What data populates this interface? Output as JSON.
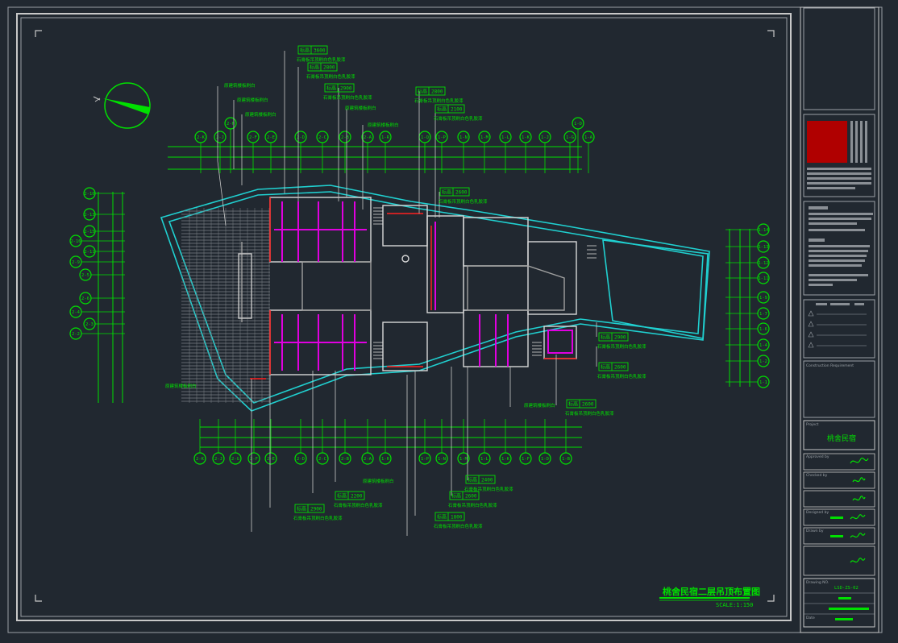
{
  "colors": {
    "background": "#212830",
    "frame": "#c8c8c8",
    "axis": "#00e000",
    "wall": "#d8d8d8",
    "outline": "#20d0d0",
    "partition": "#e000e0",
    "accent": "#ff2020",
    "title_block_logo": "#b00000"
  },
  "drawing": {
    "title": "桃舍民宿二层吊顶布置图",
    "scale": "SCALE:1:150"
  },
  "grid_top": [
    "2-K",
    "2-J",
    "2-H",
    "2-F",
    "2-E",
    "2-D",
    "2-C",
    "2-B",
    "2-A",
    "1-R",
    "1-Q",
    "1-P",
    "1-N",
    "1-M",
    "1-L",
    "1-K",
    "1-J",
    "1-G",
    "1-D",
    "1-A"
  ],
  "grid_bottom": [
    "2-K",
    "2-J",
    "2-G",
    "2-F",
    "2-E",
    "2-D",
    "2-C",
    "2-B",
    "2-A",
    "1-R",
    "1-P",
    "1-N",
    "1-M",
    "1-L",
    "1-K",
    "1-F",
    "1-D",
    "1-B"
  ],
  "grid_left": [
    "2-10",
    "2-13",
    "2-15",
    "2-16",
    "2-11",
    "2-9",
    "2-5",
    "2-6",
    "2-4",
    "2-3",
    "2-2"
  ],
  "grid_right": [
    "1-14",
    "1-13",
    "1-12",
    "1-11",
    "1-9",
    "1-7",
    "1-6",
    "1-4",
    "1-2",
    "1-1"
  ],
  "annotations_top": [
    {
      "tag": "标高",
      "value": "3600",
      "note": "石膏板吊顶刷白色乳胶漆"
    },
    {
      "tag": "标高",
      "value": "2800",
      "note": "石膏板吊顶刷白色乳胶漆"
    },
    {
      "tag": "标高",
      "value": "2900",
      "note": "石膏板吊顶刷白色乳胶漆"
    },
    {
      "tag": "标高",
      "value": "2800",
      "note": "石膏板吊顶刷白色乳胶漆"
    },
    {
      "tag": "标高",
      "value": "2100",
      "note": "石膏板吊顶刷白色乳胶漆"
    },
    {
      "tag": "标高",
      "value": "2600",
      "note": "石膏板吊顶刷白色乳胶漆"
    }
  ],
  "annotations_right": [
    {
      "tag": "标高",
      "value": "2900",
      "note": "石膏板吊顶刷白色乳胶漆"
    },
    {
      "tag": "标高",
      "value": "2600",
      "note": "石膏板吊顶刷白色乳胶漆"
    },
    {
      "tag": "标高",
      "value": "2600",
      "note": "石膏板吊顶刷白色乳胶漆"
    }
  ],
  "annotations_bottom": [
    {
      "tag": "标高",
      "value": "2400",
      "note": "石膏板吊顶刷白色乳胶漆"
    },
    {
      "tag": "标高",
      "value": "2200",
      "note": "石膏板吊顶刷白色乳胶漆"
    },
    {
      "tag": "标高",
      "value": "2600",
      "note": "石膏板吊顶刷白色乳胶漆"
    },
    {
      "tag": "标高",
      "value": "2900",
      "note": "石膏板吊顶刷白色乳胶漆"
    },
    {
      "tag": "标高",
      "value": "1800",
      "note": "石膏板吊顶刷白色乳胶漆"
    }
  ],
  "leader_notes": [
    "原建筑楼板刷白",
    "原建筑楼板刷白",
    "原建筑楼板刷白",
    "原建筑楼板刷白",
    "原建筑楼板刷白",
    "原建筑楼板刷白",
    "原建筑楼板刷白",
    "原建筑楼板刷白"
  ],
  "title_block": {
    "project_label": "Project",
    "project_name": "桃舍民宿",
    "drawing_no_label": "Drawing NO.",
    "drawing_no": "LSD-ZS-02",
    "rows": [
      {
        "label": "Approved by"
      },
      {
        "label": "Checked by"
      },
      {
        "label": "Designed by"
      },
      {
        "label": "Drawn by"
      },
      {
        "label": "Date"
      }
    ],
    "construction_requirement": "Construction Requirement"
  }
}
